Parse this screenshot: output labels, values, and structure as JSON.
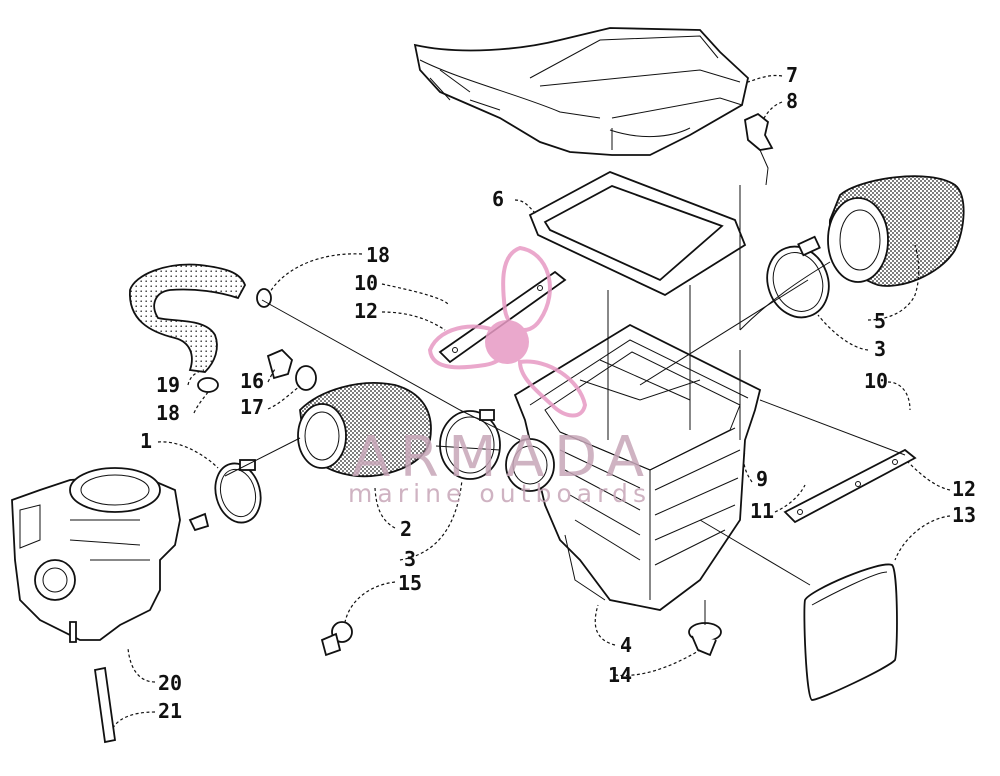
{
  "diagram": {
    "callouts": [
      {
        "id": "c1",
        "label": "1"
      },
      {
        "id": "c2",
        "label": "2"
      },
      {
        "id": "c3a",
        "label": "3"
      },
      {
        "id": "c3b",
        "label": "3"
      },
      {
        "id": "c4",
        "label": "4"
      },
      {
        "id": "c5",
        "label": "5"
      },
      {
        "id": "c6",
        "label": "6"
      },
      {
        "id": "c7",
        "label": "7"
      },
      {
        "id": "c8",
        "label": "8"
      },
      {
        "id": "c9",
        "label": "9"
      },
      {
        "id": "c10a",
        "label": "10"
      },
      {
        "id": "c10b",
        "label": "10"
      },
      {
        "id": "c11",
        "label": "11"
      },
      {
        "id": "c12a",
        "label": "12"
      },
      {
        "id": "c12b",
        "label": "12"
      },
      {
        "id": "c13",
        "label": "13"
      },
      {
        "id": "c14",
        "label": "14"
      },
      {
        "id": "c15",
        "label": "15"
      },
      {
        "id": "c16",
        "label": "16"
      },
      {
        "id": "c17",
        "label": "17"
      },
      {
        "id": "c18a",
        "label": "18"
      },
      {
        "id": "c18b",
        "label": "18"
      },
      {
        "id": "c19",
        "label": "19"
      },
      {
        "id": "c20",
        "label": "20"
      },
      {
        "id": "c21",
        "label": "21"
      }
    ]
  },
  "watermark": {
    "brand": "ARMADA",
    "tagline": "marine outboards",
    "colors": {
      "logo": "#e79ac4",
      "text": "#c7a6b8"
    }
  }
}
